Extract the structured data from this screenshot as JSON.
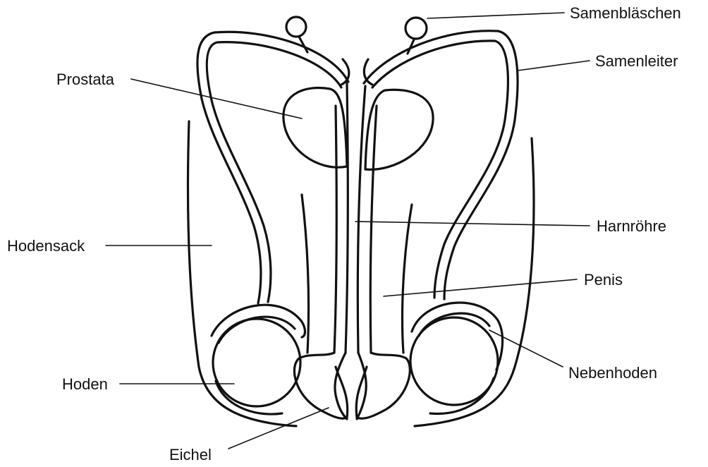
{
  "labels": {
    "samenblaeschen": "Samenbläschen",
    "samenleiter": "Samenleiter",
    "prostata": "Prostata",
    "hodensack": "Hodensack",
    "harnroehre": "Harnröhre",
    "penis": "Penis",
    "nebenhoden": "Nebenhoden",
    "hoden": "Hoden",
    "eichel": "Eichel"
  },
  "colors": {
    "line": "#111111",
    "background": "#ffffff"
  }
}
